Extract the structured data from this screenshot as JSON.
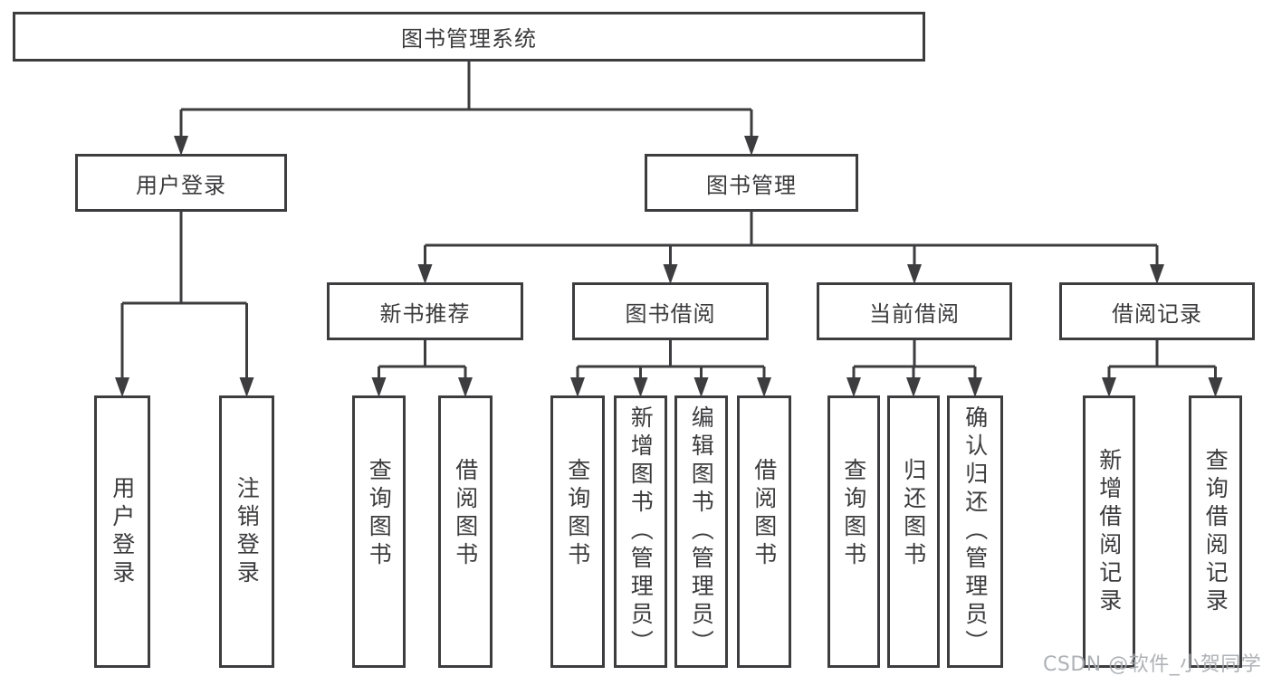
{
  "nodes": {
    "root": "图书管理系统",
    "user_login": "用户登录",
    "book_mgmt": "图书管理",
    "new_books": "新书推荐",
    "book_borrowing": "图书借阅",
    "current_borrow": "当前借阅",
    "borrow_records": "借阅记录",
    "leaf_ul_login": "用户登录",
    "leaf_ul_logout": "注销登录",
    "leaf_nb_query": "查询图书",
    "leaf_nb_borrow": "借阅图书",
    "leaf_bb_query": "查询图书",
    "leaf_bb_add": "新增图书（管理员）",
    "leaf_bb_edit": "编辑图书（管理员）",
    "leaf_bb_borrow": "借阅图书",
    "leaf_cb_query": "查询图书",
    "leaf_cb_return": "归还图书",
    "leaf_cb_confirm": "确认归还（管理员）",
    "leaf_br_add": "新增借阅记录",
    "leaf_br_query": "查询借阅记录"
  },
  "hierarchy": {
    "label": "图书管理系统",
    "children": [
      {
        "label": "用户登录",
        "children": [
          {
            "label": "用户登录"
          },
          {
            "label": "注销登录"
          }
        ]
      },
      {
        "label": "图书管理",
        "children": [
          {
            "label": "新书推荐",
            "children": [
              {
                "label": "查询图书"
              },
              {
                "label": "借阅图书"
              }
            ]
          },
          {
            "label": "图书借阅",
            "children": [
              {
                "label": "查询图书"
              },
              {
                "label": "新增图书（管理员）"
              },
              {
                "label": "编辑图书（管理员）"
              },
              {
                "label": "借阅图书"
              }
            ]
          },
          {
            "label": "当前借阅",
            "children": [
              {
                "label": "查询图书"
              },
              {
                "label": "归还图书"
              },
              {
                "label": "确认归还（管理员）"
              }
            ]
          },
          {
            "label": "借阅记录",
            "children": [
              {
                "label": "新增借阅记录"
              },
              {
                "label": "查询借阅记录"
              }
            ]
          }
        ]
      }
    ]
  },
  "watermark": "CSDN @软件_小贺同学",
  "colors": {
    "line": "#3d3d3f",
    "box_border": "#3d3d3f",
    "text": "#3b3b3d",
    "watermark": "#a7aaaf",
    "background": "#ffffff"
  }
}
